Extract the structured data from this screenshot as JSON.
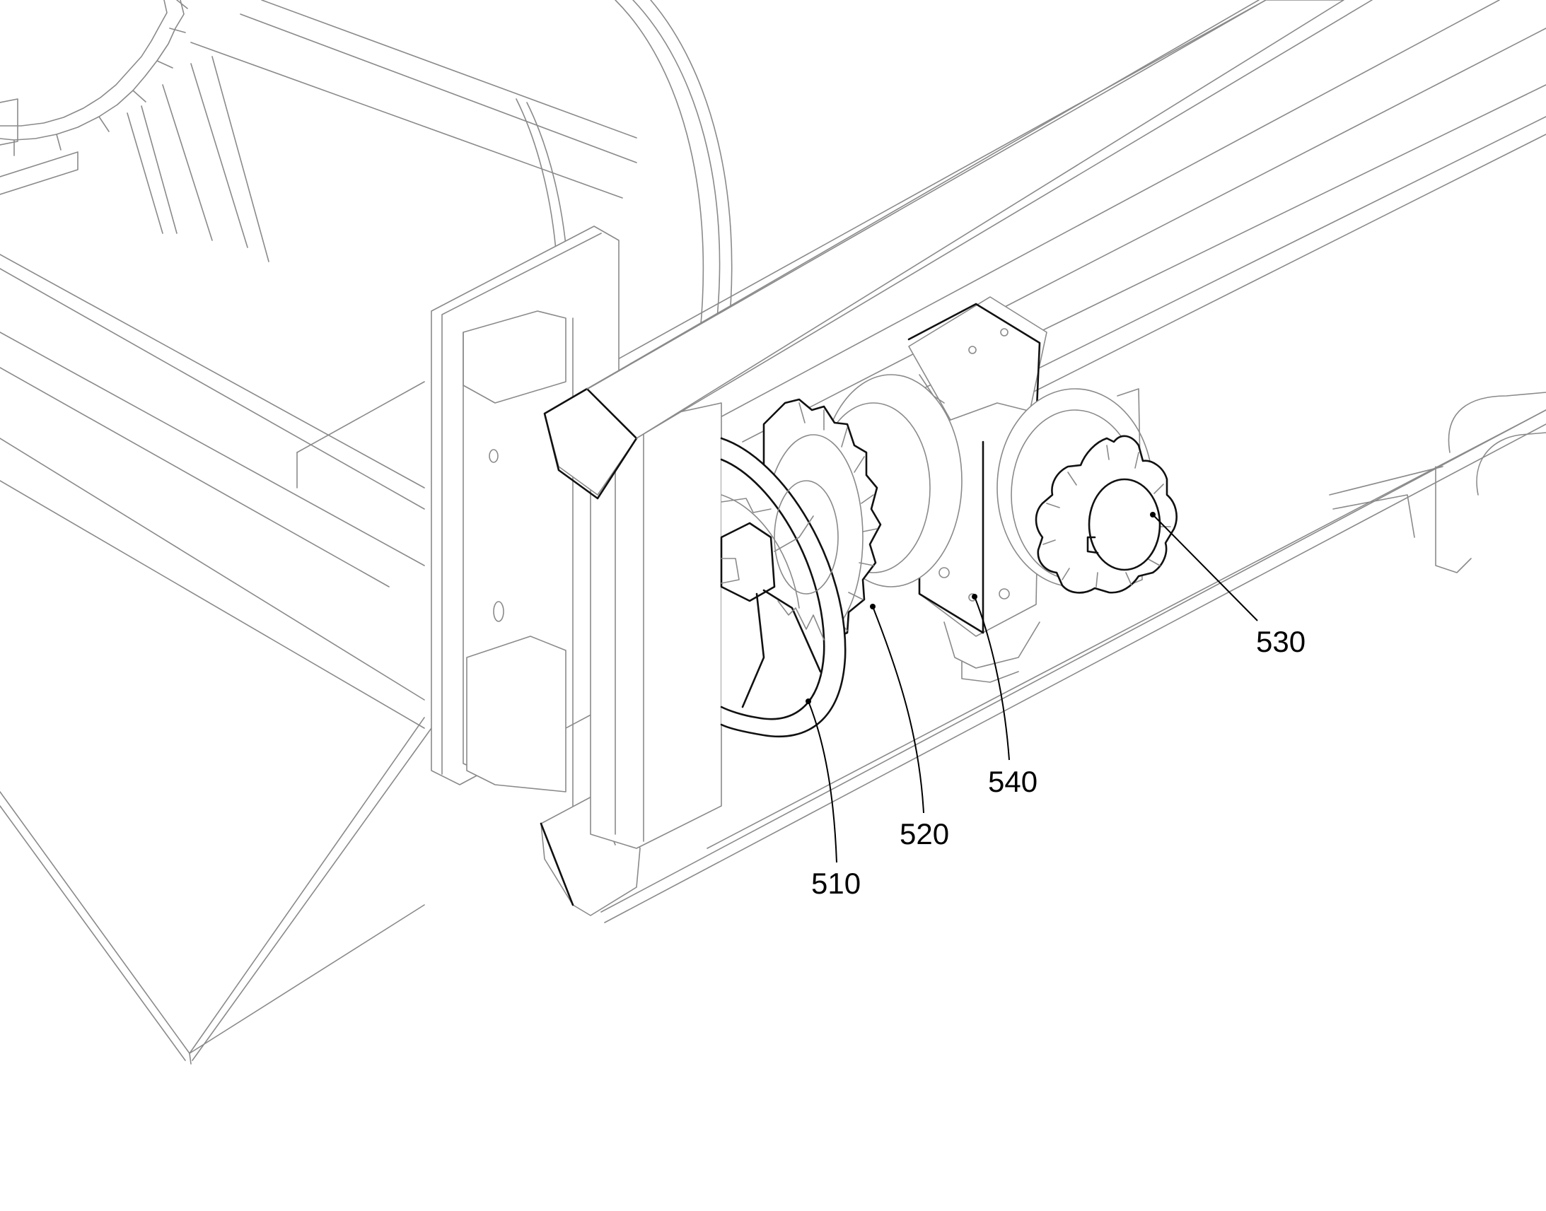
{
  "labels": [
    "530",
    "540",
    "520",
    "510"
  ],
  "colors": {
    "background": "#ffffff",
    "outline_light": "#8a8a8a",
    "outline_dark": "#111111",
    "label_text": "#000000"
  }
}
